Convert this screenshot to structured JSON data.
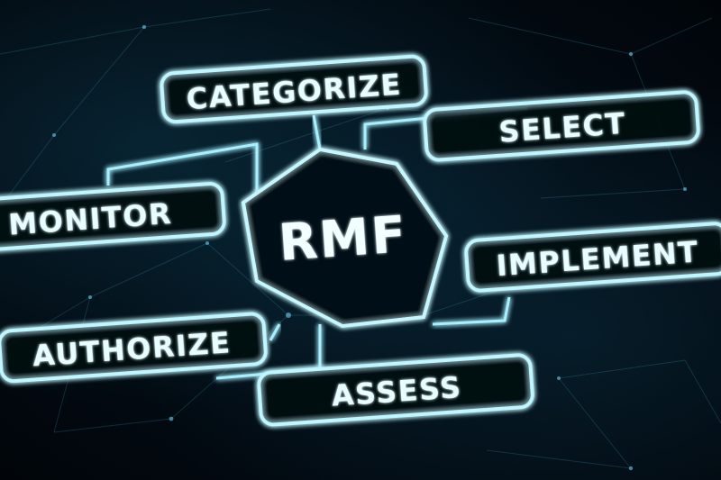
{
  "diagram": {
    "center": {
      "label": "RMF"
    },
    "steps": [
      {
        "id": "categorize",
        "label": "CATEGORIZE"
      },
      {
        "id": "select",
        "label": "SELECT"
      },
      {
        "id": "implement",
        "label": "IMPLEMENT"
      },
      {
        "id": "assess",
        "label": "ASSESS"
      },
      {
        "id": "authorize",
        "label": "AUTHORIZE"
      },
      {
        "id": "monitor",
        "label": "MONITOR"
      }
    ]
  },
  "colors": {
    "glow": "#bff6ff",
    "background": "#02070c",
    "network": "#46aac8"
  }
}
